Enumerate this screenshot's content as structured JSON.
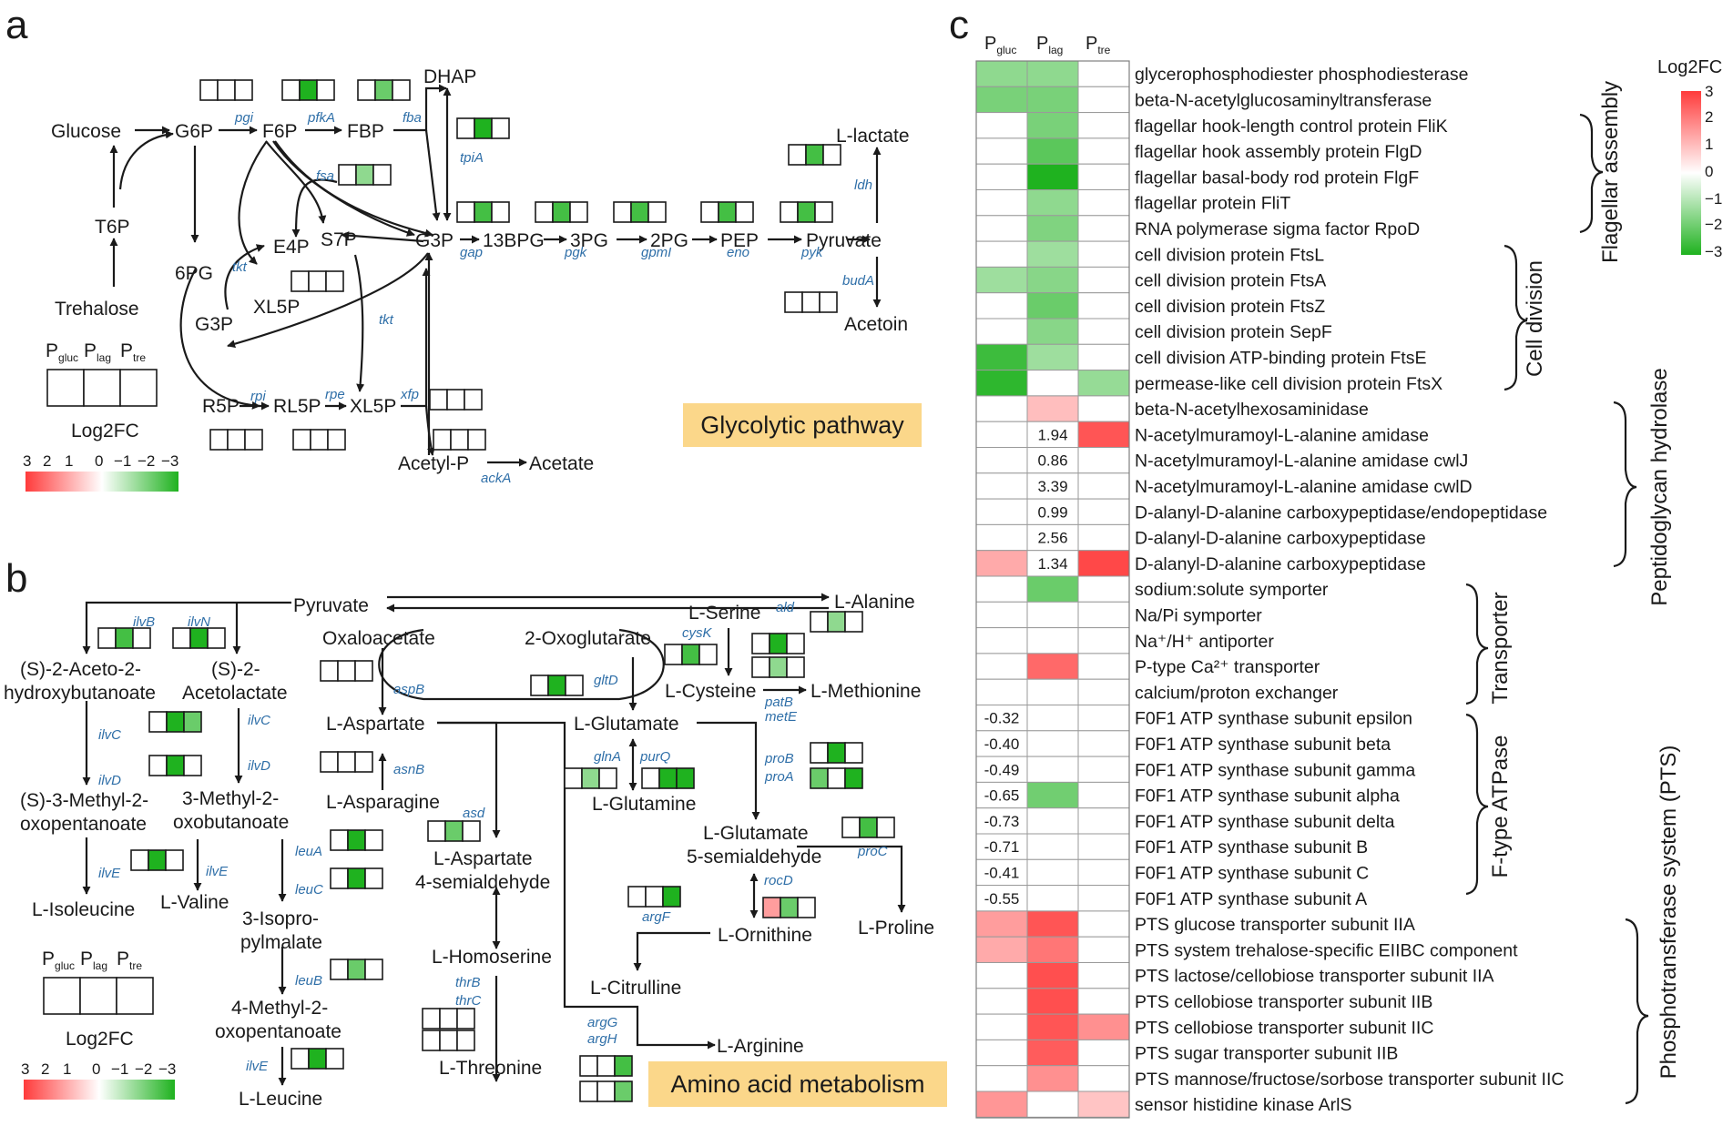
{
  "panels": {
    "a": "a",
    "b": "b",
    "c": "c"
  },
  "colors": {
    "up_max": "#ff3b3b",
    "neutral": "#ffffff",
    "down_max": "#1fb21f",
    "enzyme_text": "#2f6fa8",
    "banner": "#fbd78a"
  },
  "panel_a": {
    "title": "Glycolytic pathway",
    "metabolites": [
      "Glucose",
      "G6P",
      "F6P",
      "FBP",
      "DHAP",
      "T6P",
      "Trehalose",
      "6PG",
      "E4P",
      "S7P",
      "G3P",
      "G3P",
      "XL5P",
      "13BPG",
      "3PG",
      "2PG",
      "PEP",
      "Pyruvate",
      "L-lactate",
      "Acetoin",
      "R5P",
      "RL5P",
      "XL5P",
      "Acetyl-P",
      "Acetate"
    ],
    "enzymes": [
      "pgi",
      "pfkA",
      "fba",
      "tpiA",
      "fsa",
      "tkt",
      "tkt",
      "gap",
      "pgk",
      "gpmI",
      "eno",
      "pyk",
      "ldh",
      "budA",
      "rpi",
      "rpe",
      "xfp",
      "ackA"
    ],
    "legend": {
      "p_labels": [
        {
          "p": "P",
          "sub": "gluc"
        },
        {
          "p": "P",
          "sub": "lag"
        },
        {
          "p": "P",
          "sub": "tre"
        }
      ],
      "title": "Log2FC",
      "scale_labels": [
        "3",
        "2",
        "1",
        "0",
        "−1",
        "−2",
        "−3"
      ]
    },
    "boxes": [
      {
        "name": "pgi-box",
        "fc": [
          0,
          0,
          0
        ]
      },
      {
        "name": "pfkA-box",
        "fc": [
          0,
          -3,
          0
        ]
      },
      {
        "name": "fba-box",
        "fc": [
          0,
          -2,
          0
        ]
      },
      {
        "name": "tpiA-box",
        "fc": [
          0,
          -3,
          0
        ]
      },
      {
        "name": "fsa-box",
        "fc": [
          0,
          -1.5,
          0
        ]
      },
      {
        "name": "gap-box",
        "fc": [
          0,
          -2.5,
          0
        ]
      },
      {
        "name": "pgk-box",
        "fc": [
          0,
          -2.5,
          0
        ]
      },
      {
        "name": "gpmI-box",
        "fc": [
          0,
          -2.5,
          0
        ]
      },
      {
        "name": "eno-box",
        "fc": [
          0,
          -2.5,
          0
        ]
      },
      {
        "name": "pyk-box",
        "fc": [
          0,
          -2.5,
          0
        ]
      },
      {
        "name": "ldh-box",
        "fc": [
          0,
          -2.5,
          0
        ]
      },
      {
        "name": "budA-box",
        "fc": [
          0,
          0,
          0
        ]
      },
      {
        "name": "tkt-box",
        "fc": [
          0,
          0,
          0
        ]
      },
      {
        "name": "rpi-box",
        "fc": [
          0,
          0,
          0
        ]
      },
      {
        "name": "rpe-box",
        "fc": [
          0,
          0,
          0
        ]
      },
      {
        "name": "xfp-box",
        "fc": [
          0,
          0,
          0
        ]
      },
      {
        "name": "ackA-box",
        "fc": [
          0,
          0,
          0
        ]
      }
    ]
  },
  "panel_b": {
    "title": "Amino acid metabolism",
    "metabolites": [
      "Pyruvate",
      "(S)-2-Aceto-2-",
      "hydroxybutanoate",
      "(S)-2-",
      "Acetolactate",
      "(S)-3-Methyl-2-",
      "oxopentanoate",
      "3-Methyl-2-",
      "oxobutanoate",
      "L-Isoleucine",
      "L-Valine",
      "3-Isopro-",
      "pylmalate",
      "4-Methyl-2-",
      "oxopentanoate",
      "L-Leucine",
      "Oxaloacetate",
      "2-Oxoglutarate",
      "L-Aspartate",
      "L-Asparagine",
      "L-Aspartate",
      "4-semialdehyde",
      "L-Homoserine",
      "L-Threonine",
      "L-Serine",
      "L-Cysteine",
      "L-Methionine",
      "L-Alanine",
      "L-Glutamate",
      "L-Glutamine",
      "L-Glutamate",
      "5-semialdehyde",
      "L-Proline",
      "L-Ornithine",
      "L-Citrulline",
      "L-Arginine"
    ],
    "enzymes": [
      "ilvB",
      "ilvN",
      "ilvC",
      "ilvC",
      "ilvD",
      "ilvD",
      "ilvE",
      "ilvE",
      "leuA",
      "leuC",
      "leuB",
      "ilvE",
      "aspB",
      "asnB",
      "asd",
      "thrB",
      "thrC",
      "ald",
      "cysK",
      "patB",
      "metE",
      "gltD",
      "glnA",
      "purQ",
      "proB",
      "proA",
      "proC",
      "rocD",
      "argF",
      "argG",
      "argH"
    ],
    "legend": {
      "p_labels": [
        {
          "p": "P",
          "sub": "gluc"
        },
        {
          "p": "P",
          "sub": "lag"
        },
        {
          "p": "P",
          "sub": "tre"
        }
      ],
      "title": "Log2FC",
      "scale_labels": [
        "3",
        "2",
        "1",
        "0",
        "−1",
        "−2",
        "−3"
      ]
    },
    "boxes": [
      {
        "name": "ilvB-box",
        "fc": [
          0,
          -2.5,
          0
        ]
      },
      {
        "name": "ilvN-box",
        "fc": [
          0,
          -3,
          0
        ]
      },
      {
        "name": "ilvC-box",
        "fc": [
          0,
          -3,
          -2
        ]
      },
      {
        "name": "ilvD-box",
        "fc": [
          0,
          -3,
          0
        ]
      },
      {
        "name": "ilvE-box-1",
        "fc": [
          0,
          -3,
          0
        ]
      },
      {
        "name": "leuA-box",
        "fc": [
          0,
          -3,
          0
        ]
      },
      {
        "name": "leuC-box",
        "fc": [
          0,
          -3,
          0
        ]
      },
      {
        "name": "leuB-box",
        "fc": [
          0,
          -2,
          0
        ]
      },
      {
        "name": "ilvE-box-2",
        "fc": [
          0,
          -3,
          0
        ]
      },
      {
        "name": "aspB-box",
        "fc": [
          0,
          0,
          0
        ]
      },
      {
        "name": "asnB-box",
        "fc": [
          0,
          0,
          0
        ]
      },
      {
        "name": "asd-box",
        "fc": [
          0,
          -2,
          0
        ]
      },
      {
        "name": "thrB-box",
        "fc": [
          0,
          0,
          0
        ]
      },
      {
        "name": "thrC-box",
        "fc": [
          0,
          0,
          0
        ]
      },
      {
        "name": "ald-box",
        "fc": [
          0,
          -1.5,
          0
        ]
      },
      {
        "name": "cysK-box",
        "fc": [
          0,
          -2.5,
          0
        ]
      },
      {
        "name": "patB-box",
        "fc": [
          0,
          -3,
          0
        ]
      },
      {
        "name": "metE-box",
        "fc": [
          0,
          -1.5,
          0
        ]
      },
      {
        "name": "gltD-box",
        "fc": [
          0,
          -3,
          0
        ]
      },
      {
        "name": "glnA-box",
        "fc": [
          0,
          -1.5,
          0
        ]
      },
      {
        "name": "purQ-box",
        "fc": [
          0,
          -3.2,
          -3.2
        ]
      },
      {
        "name": "proB-box",
        "fc": [
          0,
          -3,
          0
        ]
      },
      {
        "name": "proA-box",
        "fc": [
          -2,
          0,
          -3
        ]
      },
      {
        "name": "proC-box",
        "fc": [
          0,
          -2.5,
          0
        ]
      },
      {
        "name": "rocD-box",
        "fc": [
          1.5,
          -2,
          0
        ]
      },
      {
        "name": "argF-box",
        "fc": [
          0,
          0,
          -3
        ]
      },
      {
        "name": "argG-box",
        "fc": [
          0,
          0,
          -2.5
        ]
      },
      {
        "name": "argH-box",
        "fc": [
          0,
          0,
          -2
        ]
      }
    ]
  },
  "panel_c": {
    "headers": [
      {
        "p": "P",
        "sub": "gluc"
      },
      {
        "p": "P",
        "sub": "lag"
      },
      {
        "p": "P",
        "sub": "tre"
      }
    ],
    "legend_title": "Log2FC",
    "legend_ticks": [
      "3",
      "2",
      "1",
      "0",
      "−1",
      "−2",
      "−3"
    ],
    "groups": [
      "Flagellar assembly",
      "Cell division",
      "Peptidoglycan hydrolase",
      "Transporter",
      "F-type ATPase",
      "Phosphotransferase system (PTS)"
    ],
    "rows": [
      {
        "gene": "glycerophosphodiester phosphodiesterase",
        "fc": [
          -1.5,
          -1.5,
          0
        ],
        "labels": [
          "",
          "",
          ""
        ]
      },
      {
        "gene": "beta-N-acetylglucosaminyltransferase",
        "fc": [
          -1.8,
          -1.8,
          0
        ],
        "labels": [
          "",
          "",
          ""
        ]
      },
      {
        "gene": "flagellar hook-length control protein FliK",
        "fc": [
          0,
          -1.8,
          0
        ],
        "labels": [
          "",
          "",
          ""
        ]
      },
      {
        "gene": "flagellar hook assembly protein FlgD",
        "fc": [
          0,
          -2.2,
          0
        ],
        "labels": [
          "",
          "",
          ""
        ]
      },
      {
        "gene": "flagellar basal-body rod protein FlgF",
        "fc": [
          0,
          -3.2,
          0
        ],
        "labels": [
          "",
          "",
          ""
        ]
      },
      {
        "gene": "flagellar protein FliT",
        "fc": [
          0,
          -1.5,
          0
        ],
        "labels": [
          "",
          "",
          ""
        ]
      },
      {
        "gene": "RNA polymerase sigma factor RpoD",
        "fc": [
          0,
          -1.7,
          0
        ],
        "labels": [
          "",
          "",
          ""
        ]
      },
      {
        "gene": "cell division protein FtsL",
        "fc": [
          0,
          -1.3,
          0
        ],
        "labels": [
          "",
          "",
          ""
        ]
      },
      {
        "gene": "cell division protein FtsA",
        "fc": [
          -1.3,
          -1.6,
          0
        ],
        "labels": [
          "",
          "",
          ""
        ]
      },
      {
        "gene": "cell division protein FtsZ",
        "fc": [
          0,
          -2.0,
          0
        ],
        "labels": [
          "",
          "",
          ""
        ]
      },
      {
        "gene": "cell division protein SepF",
        "fc": [
          0,
          -1.6,
          0
        ],
        "labels": [
          "",
          "",
          ""
        ]
      },
      {
        "gene": "cell division ATP-binding protein FtsE",
        "fc": [
          -2.6,
          -1.3,
          0
        ],
        "labels": [
          "",
          "",
          ""
        ]
      },
      {
        "gene": "permease-like cell division protein FtsX",
        "fc": [
          -2.8,
          0,
          -1.4
        ],
        "labels": [
          "",
          "",
          ""
        ]
      },
      {
        "gene": "beta-N-acetylhexosaminidase",
        "fc": [
          0,
          1.0,
          0
        ],
        "labels": [
          "",
          "",
          ""
        ]
      },
      {
        "gene": "N-acetylmuramoyl-L-alanine amidase",
        "fc": [
          0,
          0,
          2.6
        ],
        "labels": [
          "",
          "1.94",
          ""
        ]
      },
      {
        "gene": "N-acetylmuramoyl-L-alanine amidase cwlJ",
        "fc": [
          0,
          0,
          0
        ],
        "labels": [
          "",
          "0.86",
          ""
        ]
      },
      {
        "gene": "N-acetylmuramoyl-L-alanine amidase cwlD",
        "fc": [
          0,
          0,
          0
        ],
        "labels": [
          "",
          "3.39",
          ""
        ]
      },
      {
        "gene": "D-alanyl-D-alanine carboxypeptidase/endopeptidase",
        "fc": [
          0,
          0,
          0
        ],
        "labels": [
          "",
          "0.99",
          ""
        ]
      },
      {
        "gene": "D-alanyl-D-alanine carboxypeptidase",
        "fc": [
          0,
          0,
          0
        ],
        "labels": [
          "",
          "2.56",
          ""
        ]
      },
      {
        "gene": "D-alanyl-D-alanine carboxypeptidase",
        "fc": [
          1.3,
          0,
          2.8
        ],
        "labels": [
          "",
          "1.34",
          ""
        ]
      },
      {
        "gene": "sodium:solute symporter",
        "fc": [
          0,
          -2.0,
          0
        ],
        "labels": [
          "",
          "",
          ""
        ]
      },
      {
        "gene": "Na/Pi symporter",
        "fc": [
          0,
          0,
          0
        ],
        "labels": [
          "",
          "",
          ""
        ]
      },
      {
        "gene": "Na⁺/H⁺ antiporter",
        "fc": [
          0,
          0,
          0
        ],
        "labels": [
          "",
          "",
          ""
        ]
      },
      {
        "gene": "P-type Ca²⁺ transporter",
        "fc": [
          0,
          2.3,
          0
        ],
        "labels": [
          "",
          "",
          ""
        ]
      },
      {
        "gene": "calcium/proton exchanger",
        "fc": [
          0,
          0,
          0
        ],
        "labels": [
          "",
          "",
          ""
        ]
      },
      {
        "gene": "F0F1 ATP synthase subunit epsilon",
        "fc": [
          0,
          0,
          0
        ],
        "labels": [
          "-0.32",
          "",
          ""
        ]
      },
      {
        "gene": "F0F1 ATP synthase subunit beta",
        "fc": [
          0,
          0,
          0
        ],
        "labels": [
          "-0.40",
          "",
          ""
        ]
      },
      {
        "gene": "F0F1 ATP synthase subunit gamma",
        "fc": [
          0,
          0,
          0
        ],
        "labels": [
          "-0.49",
          "",
          ""
        ]
      },
      {
        "gene": "F0F1 ATP synthase subunit alpha",
        "fc": [
          0,
          -1.9,
          0
        ],
        "labels": [
          "-0.65",
          "",
          ""
        ]
      },
      {
        "gene": "F0F1 ATP synthase subunit delta",
        "fc": [
          0,
          0,
          0
        ],
        "labels": [
          "-0.73",
          "",
          ""
        ]
      },
      {
        "gene": "F0F1 ATP synthase subunit B",
        "fc": [
          0,
          0,
          0
        ],
        "labels": [
          "-0.71",
          "",
          ""
        ]
      },
      {
        "gene": "F0F1 ATP synthase subunit C",
        "fc": [
          0,
          0,
          0
        ],
        "labels": [
          "-0.41",
          "",
          ""
        ]
      },
      {
        "gene": "F0F1 ATP synthase subunit A",
        "fc": [
          0,
          0,
          0
        ],
        "labels": [
          "-0.55",
          "",
          ""
        ]
      },
      {
        "gene": "PTS glucose transporter subunit IIA",
        "fc": [
          1.5,
          2.6,
          0
        ],
        "labels": [
          "",
          "",
          ""
        ]
      },
      {
        "gene": "PTS system trehalose-specific EIIBC component",
        "fc": [
          1.3,
          2.1,
          0
        ],
        "labels": [
          "",
          "",
          ""
        ]
      },
      {
        "gene": "PTS lactose/cellobiose transporter subunit IIA",
        "fc": [
          0,
          2.7,
          0
        ],
        "labels": [
          "",
          "",
          ""
        ]
      },
      {
        "gene": "PTS cellobiose transporter subunit IIB",
        "fc": [
          0,
          2.7,
          0
        ],
        "labels": [
          "",
          "",
          ""
        ]
      },
      {
        "gene": "PTS cellobiose transporter subunit IIC",
        "fc": [
          0,
          2.6,
          1.7
        ],
        "labels": [
          "",
          "",
          ""
        ]
      },
      {
        "gene": "PTS sugar transporter subunit IIB",
        "fc": [
          0,
          2.5,
          0
        ],
        "labels": [
          "",
          "",
          ""
        ]
      },
      {
        "gene": "PTS mannose/fructose/sorbose transporter subunit IIC",
        "fc": [
          0,
          1.7,
          0
        ],
        "labels": [
          "",
          "",
          ""
        ]
      },
      {
        "gene": "sensor histidine kinase ArlS",
        "fc": [
          1.6,
          0,
          0.9
        ],
        "labels": [
          "",
          "",
          ""
        ]
      }
    ]
  }
}
